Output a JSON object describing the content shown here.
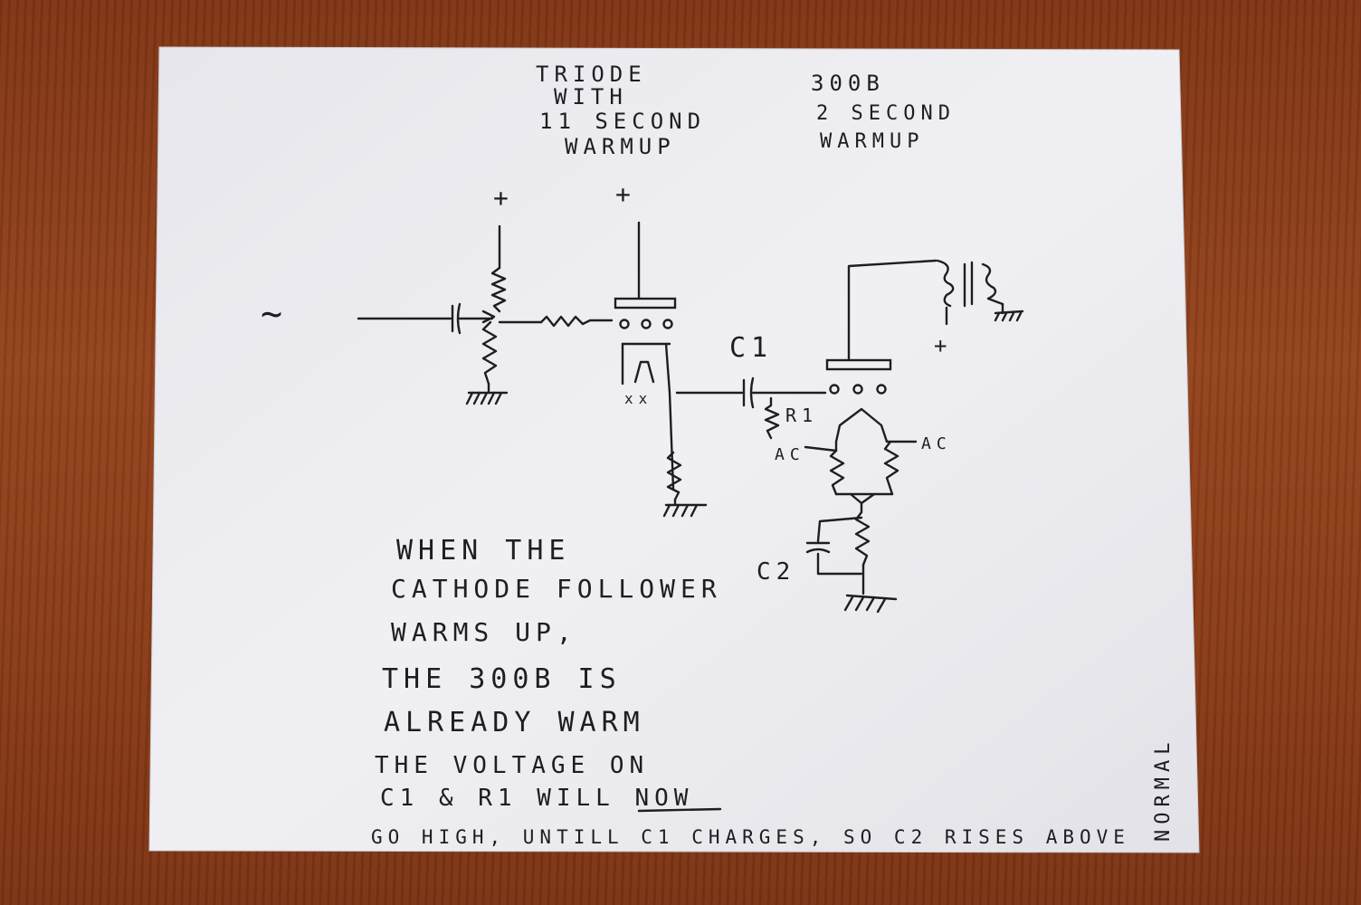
{
  "notes": {
    "triode_line1": "TRIODE",
    "triode_line2": "WITH",
    "triode_line3": "11 SECOND",
    "triode_line4": "WARMUP",
    "tube300b_line1": "300B",
    "tube300b_line2": "2 SECOND",
    "tube300b_line3": "WARMUP",
    "plus_1": "+",
    "plus_2": "+",
    "plus_3": "+",
    "input_symbol": "~",
    "c1_label": "C1",
    "r1_label": "R1",
    "ac_left": "AC",
    "ac_right": "AC",
    "c2_label": "C2",
    "heater_marks": "xx",
    "body_line1": "WHEN THE",
    "body_line2": "CATHODE FOLLOWER",
    "body_line3": "WARMS UP,",
    "body_line4": "THE 300B IS",
    "body_line5": "ALREADY WARM",
    "body_line6": "THE VOLTAGE ON",
    "body_line7_a": "C1 & R1 WILL ",
    "body_line7_b": "NOW",
    "body_line8": "GO HIGH, UNTILL C1 CHARGES, SO C2 RISES ABOVE",
    "body_line8_side": "NORMAL"
  },
  "colors": {
    "ink": "#1e1e22",
    "paper": "#eeeef2",
    "table": "#8a3a16"
  }
}
